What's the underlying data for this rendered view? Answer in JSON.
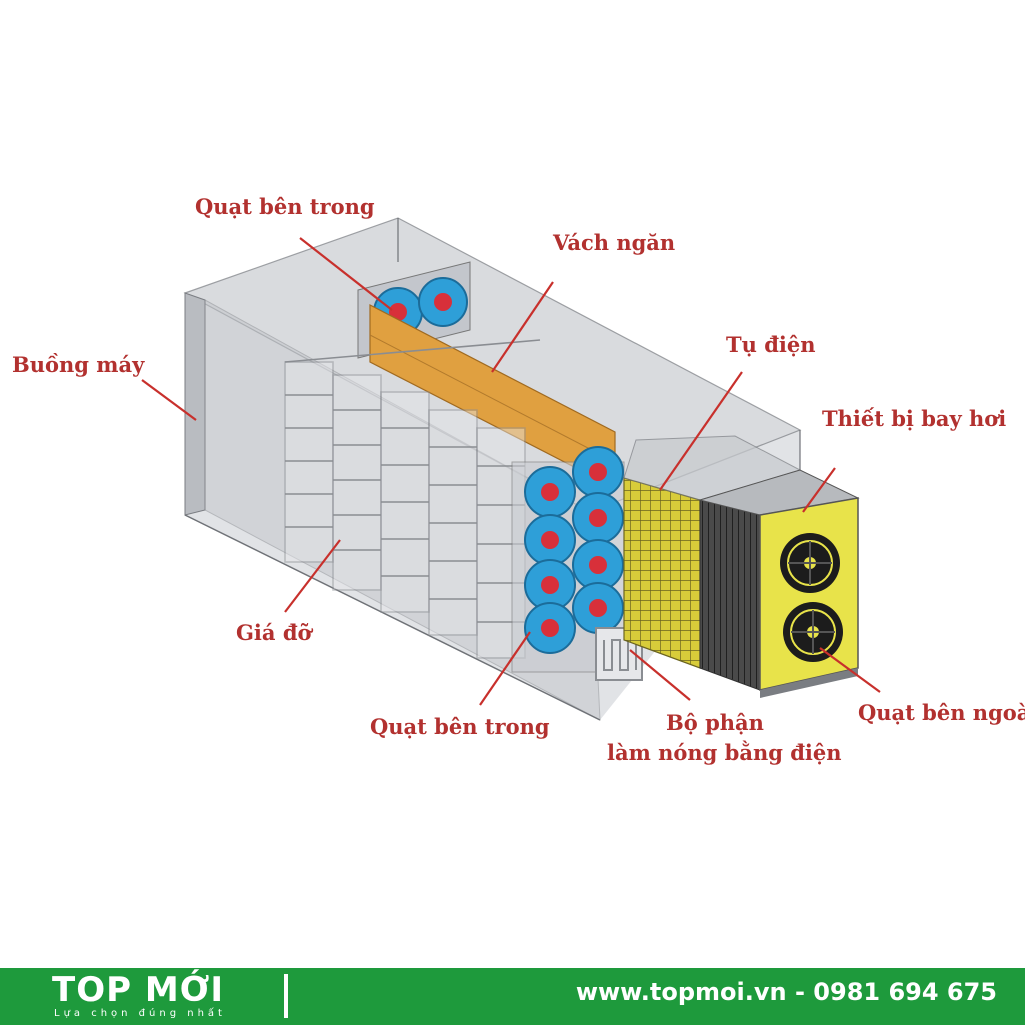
{
  "labels": {
    "internal_fan_top": "Quạt bên trong",
    "partition": "Vách ngăn",
    "chamber": "Buồng máy",
    "capacitor": "Tụ điện",
    "evaporator": "Thiết bị bay hơi",
    "rack": "Giá đỡ",
    "internal_fan_bottom": "Quạt bên trong",
    "heater_line1": "Bộ phận",
    "heater_line2": "làm nóng bằng điện",
    "external_fan": "Quạt bên ngoài"
  },
  "footer": {
    "logo": "TOP MỚI",
    "tagline": "Lựa chọn đúng nhất",
    "contact": "www.topmoi.vn - 0981 694 675"
  },
  "colors": {
    "label": "#b2312f",
    "footer_bg": "#1e9a3c",
    "fan_blue": "#2e9fd8",
    "fan_red": "#d8303a",
    "partition_orange": "#e0a040",
    "mesh_yellow": "#d8cc3a",
    "panel_yellow": "#e8e34a"
  },
  "icons": [
    "fan-icon",
    "heater-coil-icon",
    "external-fan-icon"
  ]
}
